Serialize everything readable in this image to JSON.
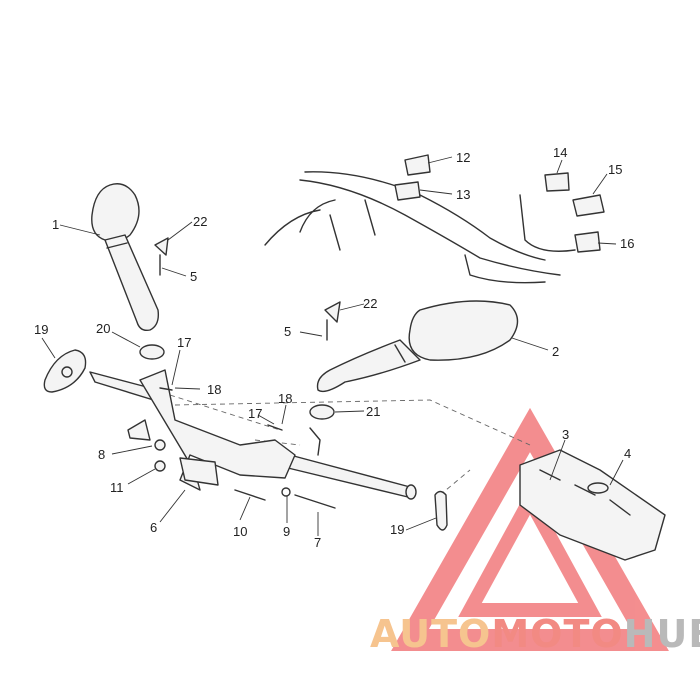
{
  "diagram": {
    "callouts": [
      "1",
      "2",
      "3",
      "4",
      "5",
      "5",
      "6",
      "7",
      "8",
      "9",
      "10",
      "11",
      "12",
      "13",
      "14",
      "15",
      "16",
      "17",
      "17",
      "18",
      "18",
      "19",
      "19",
      "20",
      "21",
      "22",
      "22"
    ]
  },
  "watermark": {
    "part_a": "AUTO",
    "part_b": "MOTO",
    "part_c": "HUB",
    "colors": {
      "a": "#f6c48f",
      "b": "#f28a83",
      "c": "#b9b9b9",
      "triangle": "#f0686a"
    }
  }
}
